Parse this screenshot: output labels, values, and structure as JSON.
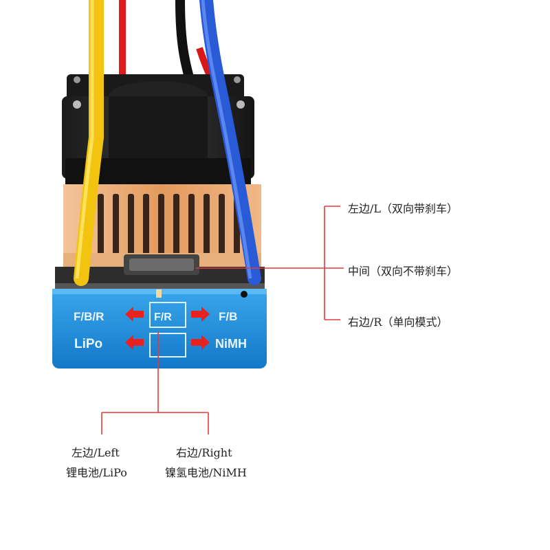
{
  "panel": {
    "top_left": "F/B/R",
    "top_center": "F/R",
    "top_right": "F/B",
    "bottom_left": "LiPo",
    "bottom_right": "NiMH"
  },
  "switch_callouts": {
    "left": "左边/L（双向带刹车）",
    "middle": "中间（双向不带刹车）",
    "right": "右边/R（单向模式）"
  },
  "battery_callouts": {
    "left_line1": "左边/Left",
    "left_line2": "锂电池/LiPo",
    "right_line1": "右边/Right",
    "right_line2": "镍氢电池/NiMH"
  },
  "colors": {
    "panel_blue": "#1e8fd8",
    "arrow_red": "#e8231f",
    "callout_red": "#e23a3a",
    "wire_yellow": "#f2c30f",
    "wire_blue": "#2a5bd6",
    "copper": "#e8a86e"
  }
}
